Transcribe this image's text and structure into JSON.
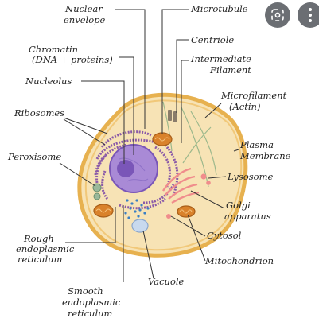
{
  "labels": {
    "nuclear_envelope": [
      "Nuclear",
      "envelope"
    ],
    "chromatin": [
      "Chromatin",
      "(DNA + proteins)"
    ],
    "nucleolus": [
      "Nucleolus"
    ],
    "ribosomes": [
      "Ribosomes"
    ],
    "peroxisome": [
      "Peroxisome"
    ],
    "rough_er": [
      "Rough",
      "endoplasmic",
      "reticulum"
    ],
    "smooth_er": [
      "Smooth",
      "endoplasmic",
      "reticulum"
    ],
    "vacuole": [
      "Vacuole"
    ],
    "microtubule": [
      "Microtubule"
    ],
    "centriole": [
      "Centriole"
    ],
    "intermediate_filament": [
      "Intermediate",
      "Filament"
    ],
    "microfilament": [
      "Microfilament",
      "(Actin)"
    ],
    "plasma_membrane": [
      "Plasma",
      "Membrane"
    ],
    "lysosome": [
      "Lysosome"
    ],
    "golgi": [
      "Golgi",
      "apparatus"
    ],
    "cytosol": [
      "Cytosol"
    ],
    "mitochondrion": [
      "Mitochondrion"
    ]
  },
  "toolbar": {
    "lens_icon": "lens-icon",
    "more_icon": "more-vert-icon"
  },
  "colors": {
    "cell_fill": "#f7e3b5",
    "cell_membrane": "#e7b14f",
    "nucleus": "#a98ad6",
    "nucleolus": "#7a56b8",
    "rough_er": "#8a5aa8",
    "mitochondrion": "#d9822b",
    "golgi": "#f08c8c",
    "ribosome": "#3a7fc4",
    "vacuole": "#c8d9ee",
    "button": "#6b6e73"
  }
}
